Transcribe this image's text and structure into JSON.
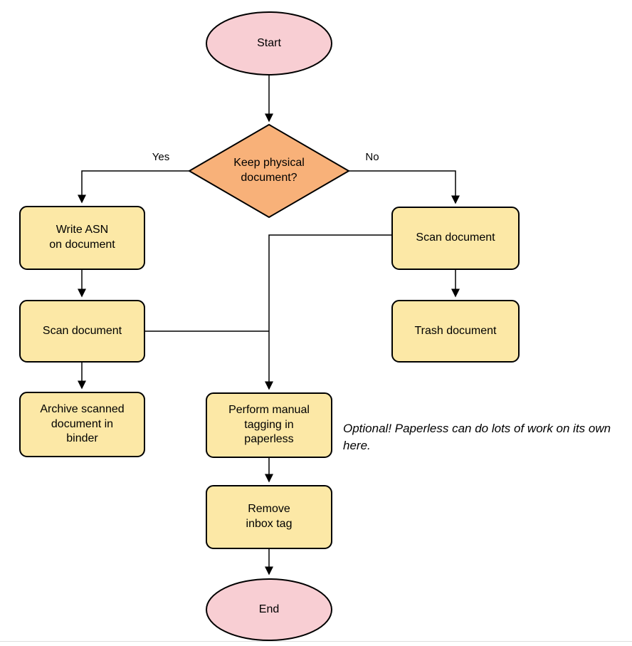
{
  "diagram": {
    "colors": {
      "terminal_fill": "#f8ced3",
      "decision_fill": "#f8b179",
      "process_fill": "#fce8a6",
      "stroke": "#000000"
    },
    "nodes": {
      "start": {
        "label": "Start"
      },
      "decision": {
        "label": "Keep physical\ndocument?"
      },
      "write_asn": {
        "label": "Write ASN\non document"
      },
      "scan_left": {
        "label": "Scan document"
      },
      "archive": {
        "label": "Archive scanned\ndocument in\nbinder"
      },
      "scan_right": {
        "label": "Scan document"
      },
      "trash": {
        "label": "Trash document"
      },
      "tagging": {
        "label": "Perform manual\ntagging in\npaperless"
      },
      "remove_inbox": {
        "label": "Remove\ninbox tag"
      },
      "end": {
        "label": "End"
      }
    },
    "edge_labels": {
      "yes": "Yes",
      "no": "No"
    },
    "annotation": "Optional! Paperless can do lots of work on its own here."
  }
}
